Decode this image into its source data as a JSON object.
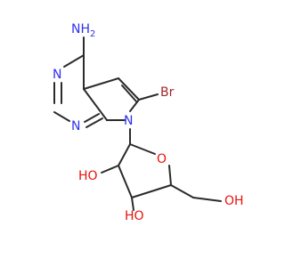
{
  "molecule": {
    "labels": {
      "nh2": "NH",
      "nh2_sub": "2",
      "n1": "N",
      "n3": "N",
      "n7": "N",
      "br": "Br",
      "o_ring": "O",
      "oh2": "HO",
      "oh3": "HO",
      "oh5": "OH"
    },
    "colors": {
      "bond": "#2b2b2b",
      "nitrogen": "#3030f0",
      "oxygen": "#e8120c",
      "bromine": "#a0282a"
    }
  }
}
